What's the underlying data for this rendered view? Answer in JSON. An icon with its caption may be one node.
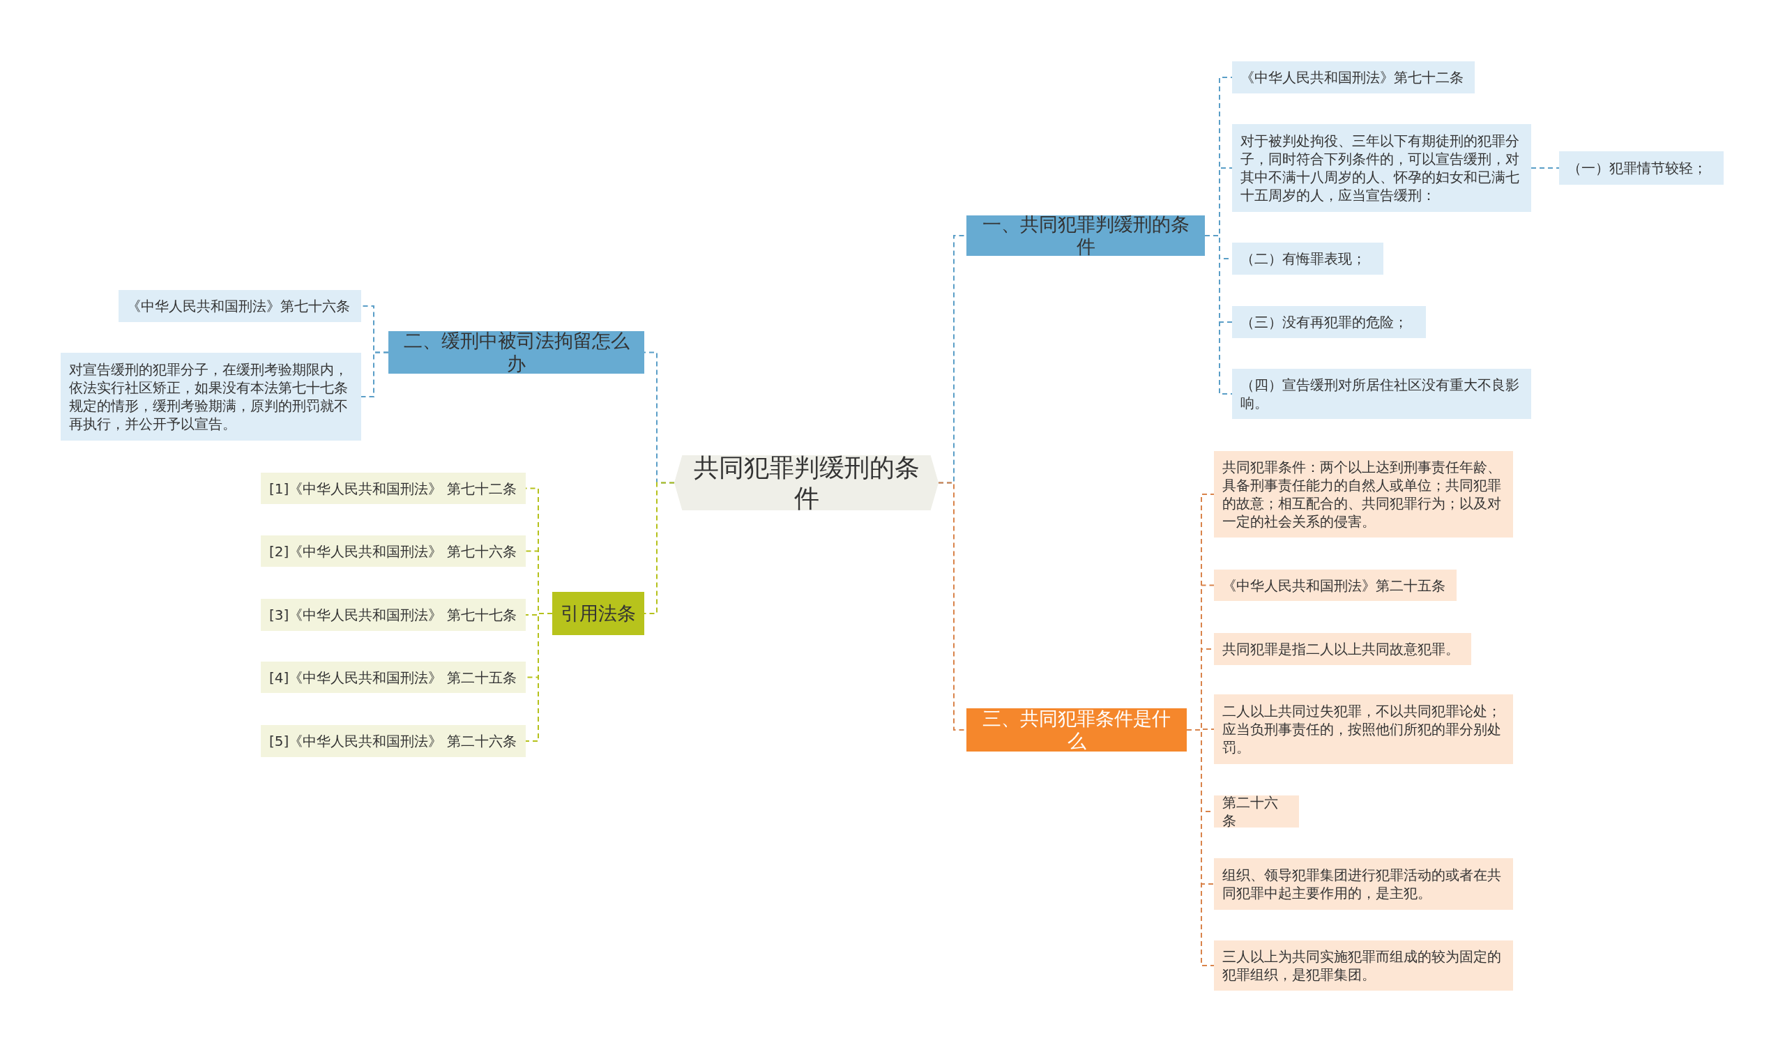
{
  "diagram": {
    "nodes": [
      {
        "text": [
          "共同犯罪判缓刑的条件"
        ]
      },
      {
        "text": [
          "一、共同犯罪判缓刑的条件"
        ]
      },
      {
        "text": [
          "《中华人民共和国刑法》第七十二条"
        ]
      },
      {
        "text": [
          "对于被判处拘役、三年以下有期徒刑的犯罪分子，同时符合下列条件的，可以宣告缓刑，对其中不满十八周岁的人、怀孕的妇女和已满七十五周岁的人，应当宣告缓刑："
        ]
      },
      {
        "text": [
          "（一）犯罪情节较轻；"
        ]
      },
      {
        "text": [
          "（二）有悔罪表现；"
        ]
      },
      {
        "text": [
          "（三）没有再犯罪的危险；"
        ]
      },
      {
        "text": [
          "（四）宣告缓刑对所居住社区没有重大不良影响。"
        ]
      },
      {
        "text": [
          "二、缓刑中被司法拘留怎么办"
        ]
      },
      {
        "text": [
          "《中华人民共和国刑法》第七十六条"
        ]
      },
      {
        "text": [
          "对宣告缓刑的犯罪分子，在缓刑考验期限内，依法实行社区矫正，如果没有本法第七十七条规定的情形，缓刑考验期满，原判的刑罚就不再执行，并公开予以宣告。"
        ]
      },
      {
        "text": [
          "引用法条"
        ]
      },
      {
        "text": [
          "[1]《中华人民共和国刑法》 第七十二条"
        ]
      },
      {
        "text": [
          "[2]《中华人民共和国刑法》 第七十六条"
        ]
      },
      {
        "text": [
          "[3]《中华人民共和国刑法》 第七十七条"
        ]
      },
      {
        "text": [
          "[4]《中华人民共和国刑法》 第二十五条"
        ]
      },
      {
        "text": [
          "[5]《中华人民共和国刑法》 第二十六条"
        ]
      },
      {
        "text": [
          "三、共同犯罪条件是什么"
        ]
      },
      {
        "text": [
          "共同犯罪条件：两个以上达到刑事责任年龄、具备刑事责任能力的自然人或单位；共同犯罪的故意；相互配合的、共同犯罪行为；以及对一定的社会关系的侵害。"
        ]
      },
      {
        "text": [
          "《中华人民共和国刑法》第二十五条"
        ]
      },
      {
        "text": [
          "共同犯罪是指二人以上共同故意犯罪。"
        ]
      },
      {
        "text": [
          "二人以上共同过失犯罪，不以共同犯罪论处；应当负刑事责任的，按照他们所犯的罪分别处罚。"
        ]
      },
      {
        "text": [
          "第二十六条"
        ]
      },
      {
        "text": [
          "组织、领导犯罪集团进行犯罪活动的或者在共同犯罪中起主要作用的，是主犯。"
        ]
      },
      {
        "text": [
          "三人以上为共同实施犯罪而组成的较为固定的犯罪组织，是犯罪集团。"
        ]
      }
    ],
    "edges": [
      {
        "from": 0,
        "to": 1,
        "arrow": "none"
      },
      {
        "from": 1,
        "to": 2,
        "arrow": "none"
      },
      {
        "from": 1,
        "to": 3,
        "arrow": "none"
      },
      {
        "from": 3,
        "to": 4,
        "arrow": "none"
      },
      {
        "from": 1,
        "to": 5,
        "arrow": "none"
      },
      {
        "from": 1,
        "to": 6,
        "arrow": "none"
      },
      {
        "from": 1,
        "to": 7,
        "arrow": "none"
      },
      {
        "from": 0,
        "to": 8,
        "arrow": "none"
      },
      {
        "from": 8,
        "to": 9,
        "arrow": "none"
      },
      {
        "from": 8,
        "to": 10,
        "arrow": "none"
      },
      {
        "from": 0,
        "to": 11,
        "arrow": "none",
        "color": "#b5c11b"
      },
      {
        "from": 11,
        "to": 12,
        "arrow": "none",
        "color": "#b5c11b"
      },
      {
        "from": 11,
        "to": 13,
        "arrow": "none",
        "color": "#b5c11b"
      },
      {
        "from": 11,
        "to": 14,
        "arrow": "none",
        "color": "#b5c11b"
      },
      {
        "from": 11,
        "to": 15,
        "arrow": "none",
        "color": "#b5c11b"
      },
      {
        "from": 11,
        "to": 16,
        "arrow": "none",
        "color": "#b5c11b"
      },
      {
        "from": 0,
        "to": 17,
        "arrow": "none",
        "color": "#d9834a"
      },
      {
        "from": 17,
        "to": 18,
        "arrow": "none",
        "color": "#d9834a"
      },
      {
        "from": 17,
        "to": 19,
        "arrow": "none",
        "color": "#d9834a"
      },
      {
        "from": 17,
        "to": 20,
        "arrow": "none",
        "color": "#d9834a"
      },
      {
        "from": 17,
        "to": 21,
        "arrow": "none",
        "color": "#d9834a"
      },
      {
        "from": 17,
        "to": 22,
        "arrow": "none",
        "color": "#d9834a"
      },
      {
        "from": 17,
        "to": 23,
        "arrow": "none",
        "color": "#d9834a"
      },
      {
        "from": 17,
        "to": 24,
        "arrow": "none",
        "color": "#d9834a"
      }
    ]
  }
}
